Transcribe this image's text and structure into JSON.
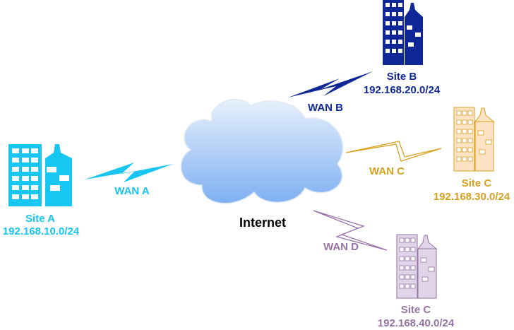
{
  "cloud": {
    "label": "Internet",
    "gradient_top": "#e6f0fb",
    "gradient_bottom": "#7fb0f2",
    "stroke": "#dfe9f5"
  },
  "sites": [
    {
      "id": "a",
      "name": "Site A",
      "subnet": "192.168.10.0/24",
      "color": "#18c6f2",
      "fill": "#18c6f2",
      "window": "#ffffff",
      "stroke": "#ffffff",
      "wan": {
        "label": "WAN A",
        "color": "#18c6f2"
      }
    },
    {
      "id": "b",
      "name": "Site B",
      "subnet": "192.168.20.0/24",
      "color": "#0f2796",
      "fill": "#0f2796",
      "window": "#ffffff",
      "stroke": "#ffffff",
      "wan": {
        "label": "WAN B",
        "color": "#0f2796"
      }
    },
    {
      "id": "c",
      "name": "Site C",
      "subnet": "192.168.30.0/24",
      "color": "#d9a020",
      "fill": "#fde3c4",
      "window": "#ffffff",
      "stroke": "#d9a020",
      "wan": {
        "label": "WAN C",
        "color": "#d9a020"
      }
    },
    {
      "id": "d",
      "name": "Site C",
      "subnet": "192.168.40.0/24",
      "color": "#9673a6",
      "fill": "#e1d4e8",
      "window": "#ffffff",
      "stroke": "#9673a6",
      "wan": {
        "label": "WAN D",
        "color": "#9673a6"
      }
    }
  ]
}
